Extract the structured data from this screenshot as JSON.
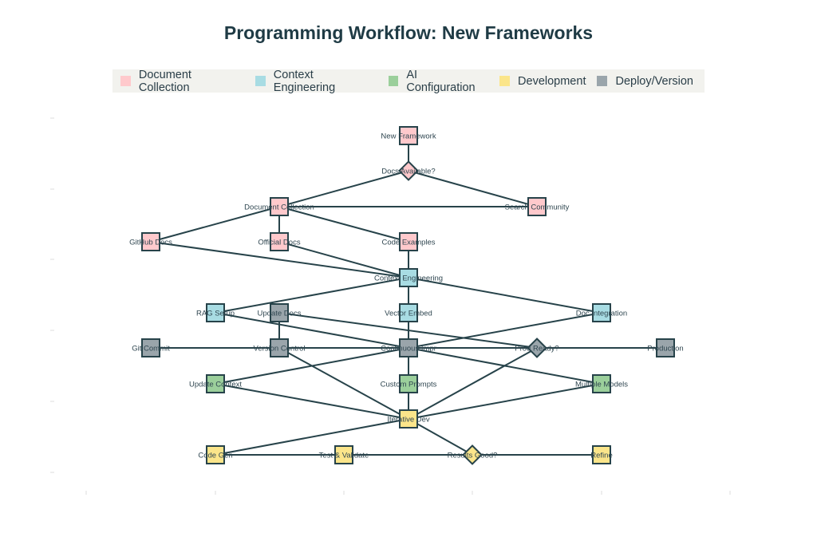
{
  "title": "Programming Workflow: New Frameworks",
  "legend": [
    {
      "label": "Document Collection",
      "color": "#ffc9cc",
      "category": "doc"
    },
    {
      "label": "Context Engineering",
      "color": "#a8dce3",
      "category": "ctx"
    },
    {
      "label": "AI Configuration",
      "color": "#9bcf9b",
      "category": "ai"
    },
    {
      "label": "Development",
      "color": "#fbe58a",
      "category": "dev"
    },
    {
      "label": "Deploy/Version",
      "color": "#9aa5ab",
      "category": "dep"
    }
  ],
  "colors": {
    "doc": "#ffc9cc",
    "ctx": "#a8dce3",
    "ai": "#9bcf9b",
    "dev": "#fbe58a",
    "dep": "#9aa5ab",
    "stroke": "#27434a"
  },
  "nodes": [
    {
      "id": "new_framework",
      "label": "New Framework",
      "category": "doc",
      "shape": "square"
    },
    {
      "id": "docs_available",
      "label": "Docs Available?",
      "category": "doc",
      "shape": "diamond"
    },
    {
      "id": "document_collection",
      "label": "Document Collection",
      "category": "doc",
      "shape": "square"
    },
    {
      "id": "search_community",
      "label": "Search Community",
      "category": "doc",
      "shape": "square"
    },
    {
      "id": "github_docs",
      "label": "GitHub Docs",
      "category": "doc",
      "shape": "square"
    },
    {
      "id": "official_docs",
      "label": "Official Docs",
      "category": "doc",
      "shape": "square"
    },
    {
      "id": "code_examples",
      "label": "Code Examples",
      "category": "doc",
      "shape": "square"
    },
    {
      "id": "context_engineering",
      "label": "Context Engineering",
      "category": "ctx",
      "shape": "square"
    },
    {
      "id": "rag_setup",
      "label": "RAG Setup",
      "category": "ctx",
      "shape": "square"
    },
    {
      "id": "update_docs",
      "label": "Update Docs",
      "category": "dep",
      "shape": "square"
    },
    {
      "id": "vector_embed",
      "label": "Vector Embed",
      "category": "ctx",
      "shape": "square"
    },
    {
      "id": "doc_integration",
      "label": "Doc Integration",
      "category": "ctx",
      "shape": "square"
    },
    {
      "id": "git_commit",
      "label": "Git Commit",
      "category": "dep",
      "shape": "square"
    },
    {
      "id": "version_control",
      "label": "Version Control",
      "category": "dep",
      "shape": "square"
    },
    {
      "id": "continuous_impr",
      "label": "Continuous Impr",
      "category": "dep",
      "shape": "square"
    },
    {
      "id": "prod_ready",
      "label": "Prod Ready?",
      "category": "dep",
      "shape": "diamond"
    },
    {
      "id": "production",
      "label": "Production",
      "category": "dep",
      "shape": "square"
    },
    {
      "id": "update_context",
      "label": "Update Context",
      "category": "ai",
      "shape": "square"
    },
    {
      "id": "custom_prompts",
      "label": "Custom Prompts",
      "category": "ai",
      "shape": "square"
    },
    {
      "id": "multiple_models",
      "label": "Multiple Models",
      "category": "ai",
      "shape": "square"
    },
    {
      "id": "iterative_dev",
      "label": "Iterative Dev",
      "category": "dev",
      "shape": "square"
    },
    {
      "id": "code_gen",
      "label": "Code Gen",
      "category": "dev",
      "shape": "square"
    },
    {
      "id": "test_validate",
      "label": "Test & Validate",
      "category": "dev",
      "shape": "square"
    },
    {
      "id": "results_good",
      "label": "Results Good?",
      "category": "dev",
      "shape": "diamond"
    },
    {
      "id": "refine",
      "label": "Refine",
      "category": "dev",
      "shape": "square"
    }
  ],
  "edges": [
    [
      "new_framework",
      "docs_available"
    ],
    [
      "docs_available",
      "document_collection"
    ],
    [
      "docs_available",
      "search_community"
    ],
    [
      "document_collection",
      "search_community"
    ],
    [
      "document_collection",
      "github_docs"
    ],
    [
      "document_collection",
      "official_docs"
    ],
    [
      "document_collection",
      "code_examples"
    ],
    [
      "github_docs",
      "context_engineering"
    ],
    [
      "official_docs",
      "context_engineering"
    ],
    [
      "code_examples",
      "context_engineering"
    ],
    [
      "context_engineering",
      "rag_setup"
    ],
    [
      "context_engineering",
      "vector_embed"
    ],
    [
      "context_engineering",
      "doc_integration"
    ],
    [
      "rag_setup",
      "continuous_impr"
    ],
    [
      "update_docs",
      "version_control"
    ],
    [
      "update_docs",
      "prod_ready"
    ],
    [
      "vector_embed",
      "continuous_impr"
    ],
    [
      "doc_integration",
      "continuous_impr"
    ],
    [
      "git_commit",
      "version_control"
    ],
    [
      "version_control",
      "continuous_impr"
    ],
    [
      "continuous_impr",
      "prod_ready"
    ],
    [
      "prod_ready",
      "production"
    ],
    [
      "version_control",
      "iterative_dev"
    ],
    [
      "continuous_impr",
      "update_context"
    ],
    [
      "continuous_impr",
      "custom_prompts"
    ],
    [
      "continuous_impr",
      "multiple_models"
    ],
    [
      "prod_ready",
      "iterative_dev"
    ],
    [
      "update_context",
      "iterative_dev"
    ],
    [
      "custom_prompts",
      "iterative_dev"
    ],
    [
      "multiple_models",
      "iterative_dev"
    ],
    [
      "iterative_dev",
      "code_gen"
    ],
    [
      "iterative_dev",
      "results_good"
    ],
    [
      "code_gen",
      "test_validate"
    ],
    [
      "test_validate",
      "results_good"
    ],
    [
      "results_good",
      "refine"
    ]
  ]
}
